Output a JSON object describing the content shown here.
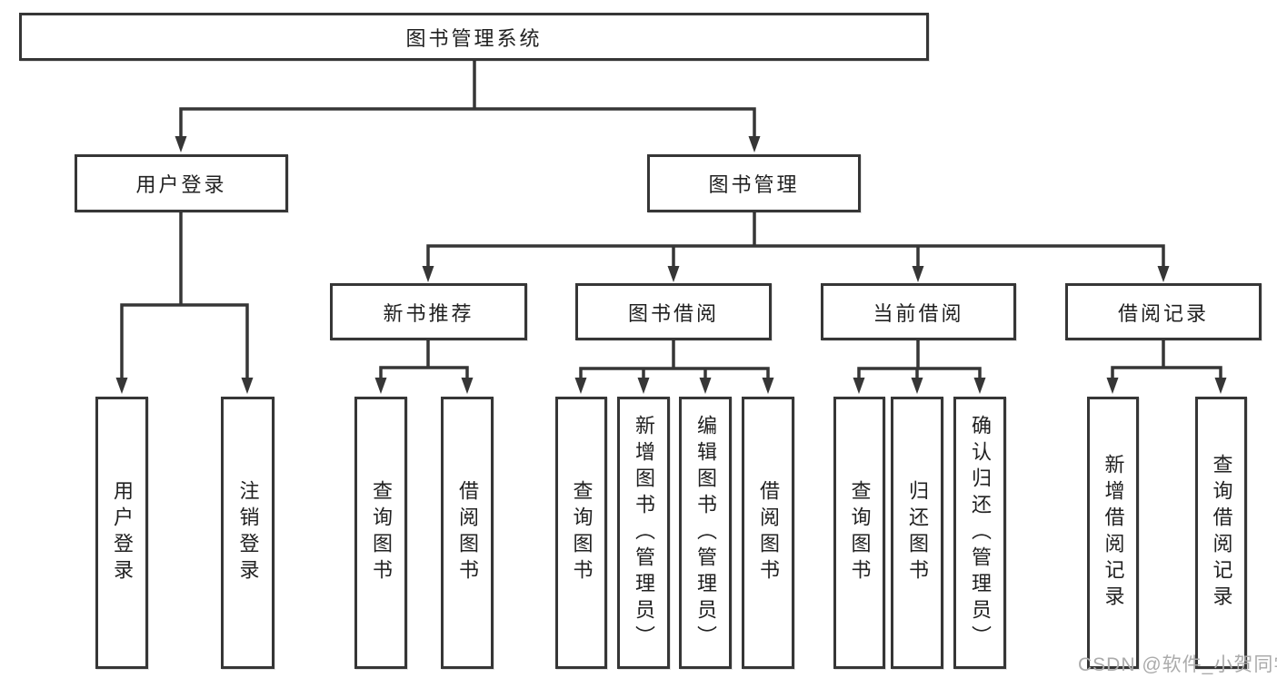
{
  "colors": {
    "line": "#363636",
    "box_border": "#363636",
    "text": "#212121",
    "background": "#ffffff",
    "watermark": "#ababab"
  },
  "diagram": {
    "root": "图书管理系统",
    "level2": {
      "user_login": "用户登录",
      "book_mgmt": "图书管理"
    },
    "level3": {
      "new_books": "新书推荐",
      "book_borrow": "图书借阅",
      "current_borrow": "当前借阅",
      "borrow_records": "借阅记录"
    },
    "leaves": {
      "user_login": [
        "用户登录",
        "注销登录"
      ],
      "new_books": [
        "查询图书",
        "借阅图书"
      ],
      "book_borrow": [
        "查询图书",
        "新增图书（管理员）",
        "编辑图书（管理员）",
        "借阅图书"
      ],
      "current_borrow": [
        "查询图书",
        "归还图书",
        "确认归还（管理员）"
      ],
      "borrow_records": [
        "新增借阅记录",
        "查询借阅记录"
      ]
    }
  },
  "watermark": "CSDN @软件_小贺同学"
}
